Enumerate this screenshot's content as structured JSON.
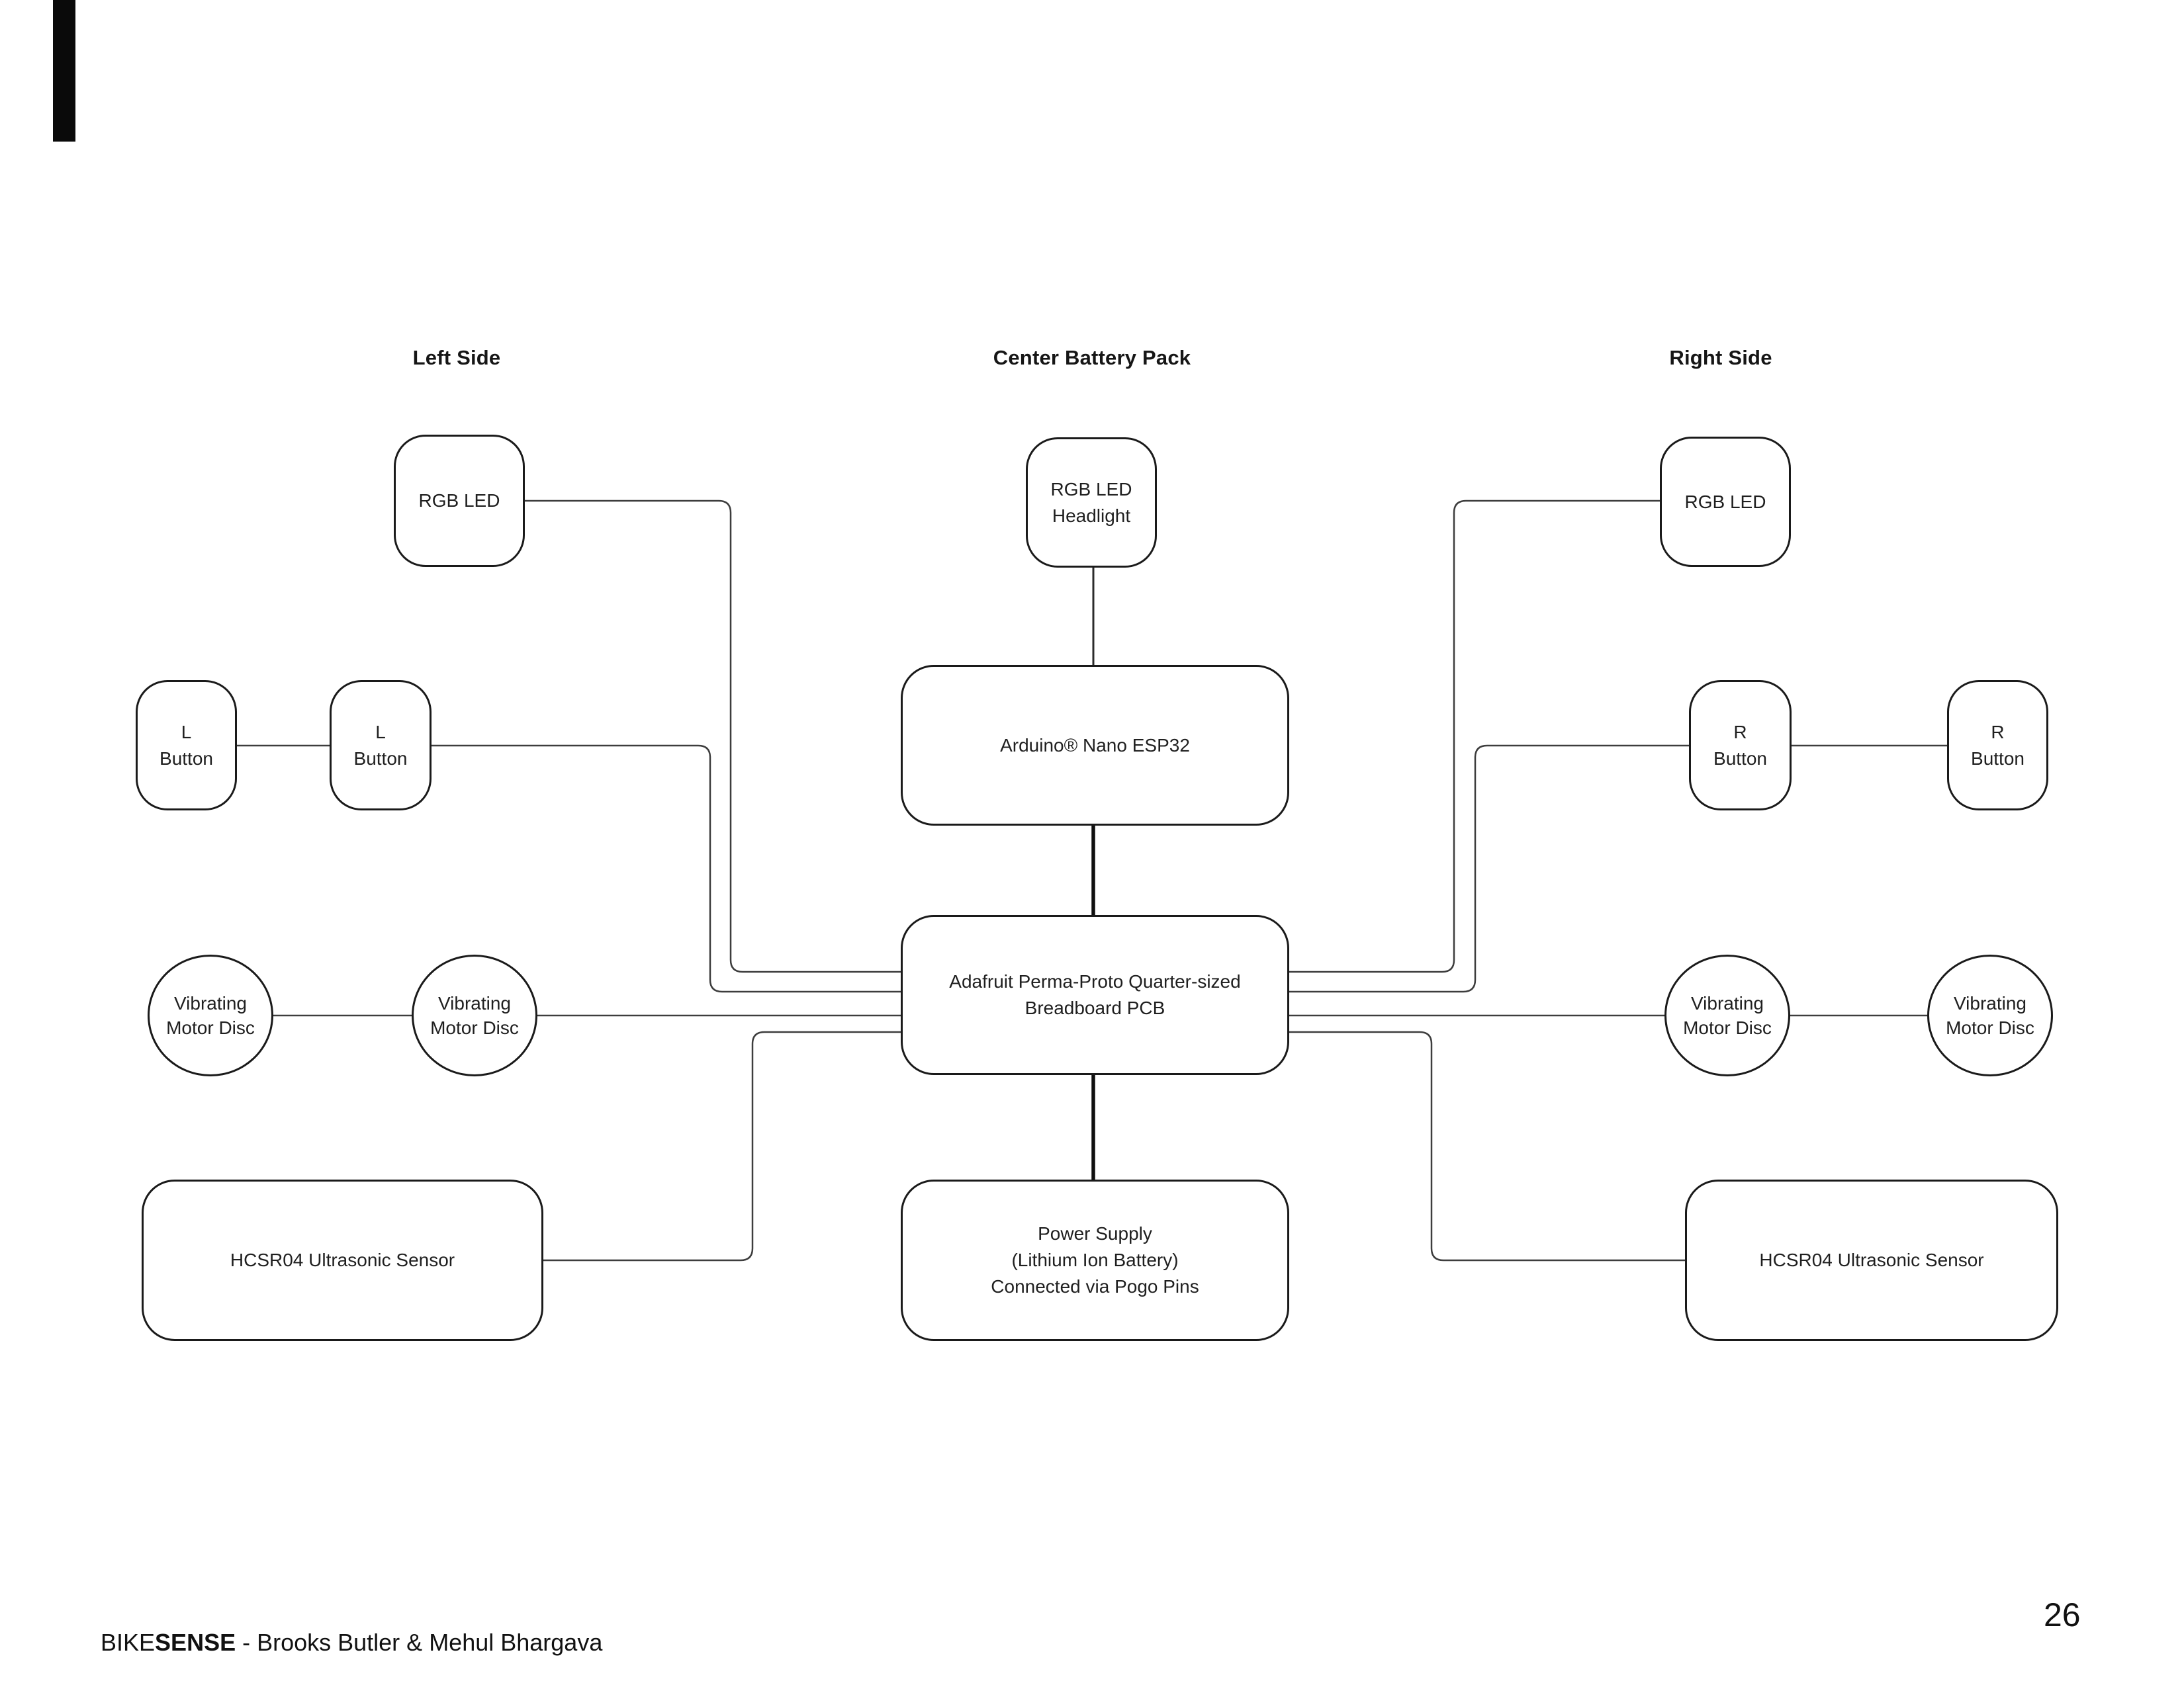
{
  "headers": {
    "left": "Left Side",
    "center": "Center Battery Pack",
    "right": "Right Side"
  },
  "nodes": {
    "rgb_led_left": {
      "label": "RGB LED"
    },
    "l_button_outer": {
      "label": "L\nButton"
    },
    "l_button_inner": {
      "label": "L\nButton"
    },
    "vib_disc_left_outer": {
      "label": "Vibrating\nMotor Disc"
    },
    "vib_disc_left_inner": {
      "label": "Vibrating\nMotor Disc"
    },
    "hcsr04_left": {
      "label": "HCSR04 Ultrasonic Sensor"
    },
    "headlight": {
      "label": "RGB LED\nHeadlight"
    },
    "arduino": {
      "label": "Arduino® Nano ESP32"
    },
    "pcb": {
      "label": "Adafruit Perma-Proto Quarter-sized\nBreadboard PCB"
    },
    "power": {
      "label": "Power Supply\n(Lithium Ion Battery)\nConnected via Pogo Pins"
    },
    "rgb_led_right": {
      "label": "RGB LED"
    },
    "r_button_inner": {
      "label": "R\nButton"
    },
    "r_button_outer": {
      "label": "R\nButton"
    },
    "vib_disc_right_inner": {
      "label": "Vibrating\nMotor Disc"
    },
    "vib_disc_right_outer": {
      "label": "Vibrating\nMotor Disc"
    },
    "hcsr04_right": {
      "label": "HCSR04 Ultrasonic Sensor"
    }
  },
  "footer": {
    "project_regular": "BIKE",
    "project_bold": "SENSE",
    "authors_suffix": " - Brooks Butler & Mehul Bhargava",
    "page_number": "26"
  },
  "colors": {
    "box_border": "#1a1a1a",
    "thin_wire": "#3d3d3d",
    "thick_wire": "#101010",
    "background": "#ffffff"
  }
}
